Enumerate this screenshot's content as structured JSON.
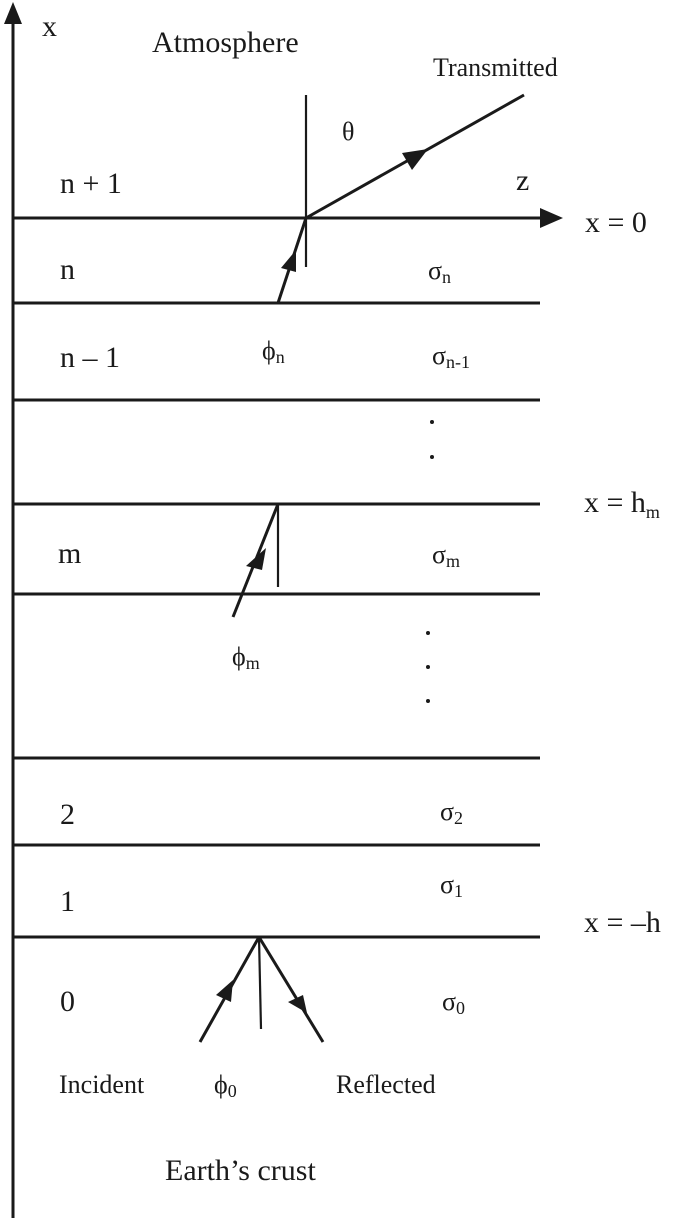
{
  "diagram": {
    "title_top": "Atmosphere",
    "title_bottom": "Earth’s crust",
    "axes": {
      "vertical_label": "x",
      "horizontal_label": "z"
    },
    "boundaries": {
      "x0": "x = 0",
      "xhm_main": "x = h",
      "xhm_sub": "m",
      "xh": "x = –h"
    },
    "layers": [
      {
        "index_label": "n + 1",
        "sigma": "",
        "sigma_sub": ""
      },
      {
        "index_label": "n",
        "sigma": "σ",
        "sigma_sub": "n"
      },
      {
        "index_label": "n – 1",
        "sigma": "σ",
        "sigma_sub": "n-1"
      },
      {
        "index_label": "m",
        "sigma": "σ",
        "sigma_sub": "m"
      },
      {
        "index_label": "2",
        "sigma": "σ",
        "sigma_sub": "2"
      },
      {
        "index_label": "1",
        "sigma": "σ",
        "sigma_sub": "1"
      },
      {
        "index_label": "0",
        "sigma": "σ",
        "sigma_sub": "0"
      }
    ],
    "angles": {
      "theta": "θ",
      "phi_n_main": "ϕ",
      "phi_n_sub": "n",
      "phi_m_main": "ϕ",
      "phi_m_sub": "m",
      "phi_0_main": "ϕ",
      "phi_0_sub": "0"
    },
    "rays": {
      "transmitted": "Transmitted",
      "incident": "Incident",
      "reflected": "Reflected"
    },
    "ellipsis": "⋮"
  }
}
